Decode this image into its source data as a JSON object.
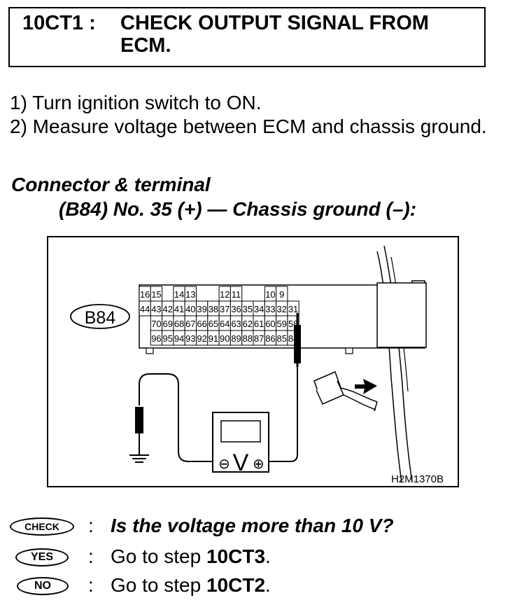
{
  "step": {
    "code": "10CT1 :",
    "title": "CHECK OUTPUT SIGNAL FROM ECM."
  },
  "instructions": [
    "1)  Turn ignition switch to ON.",
    "2)  Measure voltage between ECM and chassis ground."
  ],
  "connector": {
    "heading": "Connector & terminal",
    "spec": "(B84) No. 35 (+) — Chassis ground (–):"
  },
  "figure": {
    "connector_label": "B84",
    "code": "H2M1370B",
    "meter_label": "V",
    "minus_sign": "⊖",
    "plus_sign": "⊕",
    "terminal_rows": [
      [
        "16",
        "15",
        "",
        "14",
        "13",
        "",
        "",
        "12",
        "11",
        "",
        "",
        "10",
        "9",
        ""
      ],
      [
        "44",
        "43",
        "42",
        "41",
        "40",
        "39",
        "38",
        "37",
        "36",
        "35",
        "34",
        "33",
        "32",
        "31"
      ],
      [
        "",
        "70",
        "69",
        "68",
        "67",
        "66",
        "65",
        "64",
        "63",
        "62",
        "61",
        "60",
        "59",
        "58"
      ],
      [
        "",
        "96",
        "95",
        "94",
        "93",
        "92",
        "91",
        "90",
        "89",
        "88",
        "87",
        "86",
        "85",
        "84"
      ]
    ]
  },
  "qa": {
    "check_badge": "CHECK",
    "question": "Is the voltage more than 10 V?",
    "yes_badge": "YES",
    "yes_prefix": "Go to step ",
    "yes_target": "10CT3",
    "yes_suffix": ".",
    "no_badge": "NO",
    "no_prefix": "Go to step ",
    "no_target": "10CT2",
    "no_suffix": ".",
    "colon": ":"
  }
}
